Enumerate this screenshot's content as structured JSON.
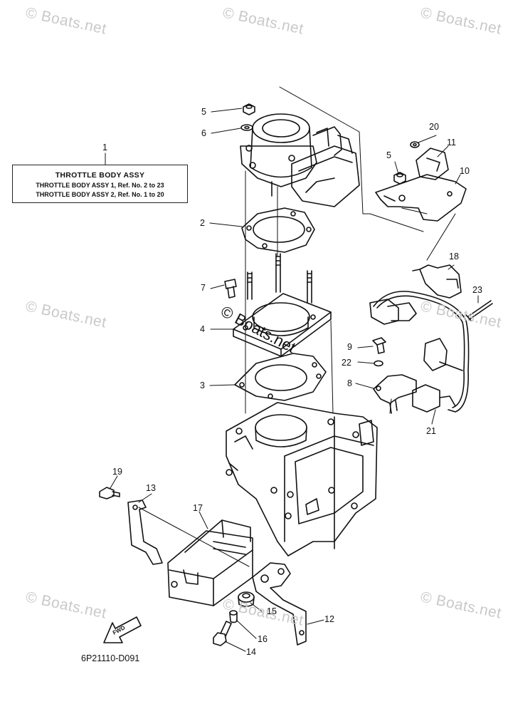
{
  "watermark": {
    "text": "© Boats.net",
    "big_text": "© Boats.net"
  },
  "info_box": {
    "title": "THROTTLE  BODY ASSY",
    "line1": "THROTTLE BODY ASSY 1,  Ref. No. 2 to 23",
    "line2": "THROTTLE BODY ASSY 2,  Ref. No. 1 to 20"
  },
  "diagram_code": "6P21110-D091",
  "fwd_label": "FWD",
  "callouts": [
    "1",
    "2",
    "3",
    "4",
    "5",
    "5",
    "6",
    "7",
    "8",
    "9",
    "10",
    "11",
    "12",
    "13",
    "14",
    "15",
    "16",
    "17",
    "18",
    "19",
    "20",
    "21",
    "22",
    "23"
  ]
}
